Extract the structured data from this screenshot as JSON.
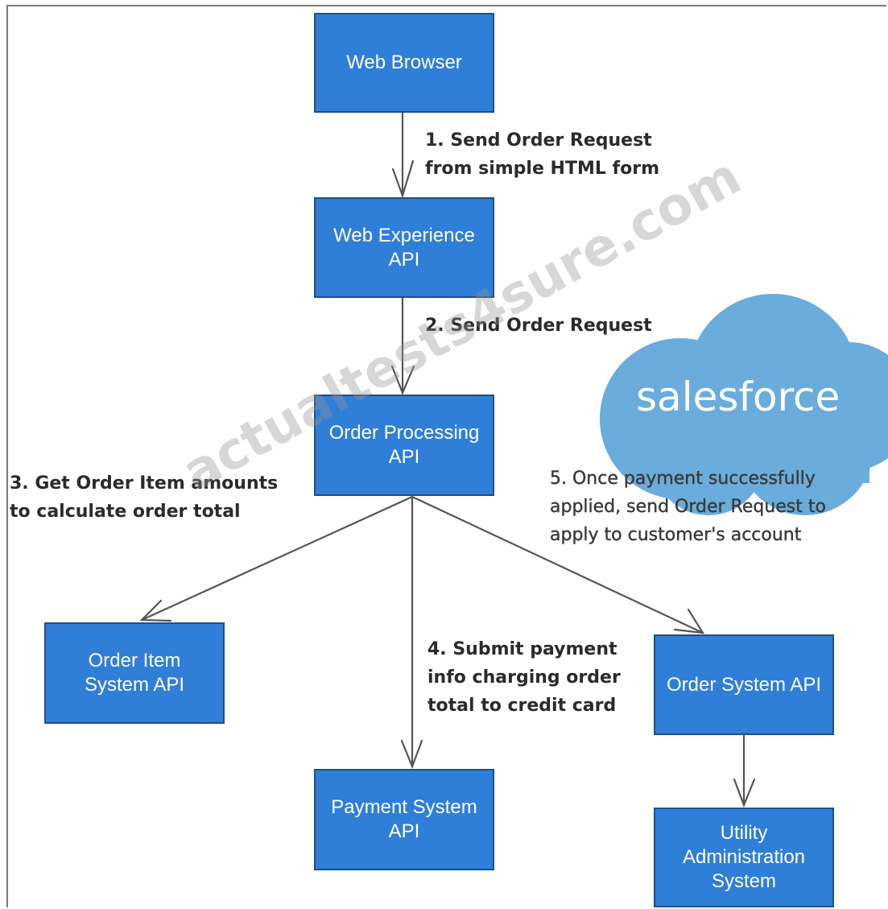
{
  "nodes": {
    "web_browser": "Web Browser",
    "web_experience_api": "Web Experience\nAPI",
    "order_processing_api": "Order Processing\nAPI",
    "order_item_system_api": "Order Item\nSystem API",
    "payment_system_api": "Payment System\nAPI",
    "order_system_api": "Order System API",
    "utility_administration_system": "Utility\nAdministration\nSystem"
  },
  "labels": {
    "step1": "1. Send Order Request\nfrom simple HTML form",
    "step2": "2. Send Order Request",
    "step3": "3. Get Order Item amounts\nto calculate order total",
    "step4": "4. Submit payment\ninfo charging order\ntotal to credit card",
    "step5": "5. Once payment successfully\napplied, send Order Request to\napply to customer's account"
  },
  "logo": {
    "text": "salesforce",
    "color": "#5fa6d9"
  },
  "watermark": "actualtests4sure.com",
  "colors": {
    "node_fill": "#2f7ed8",
    "node_border": "#1d4f86",
    "arrow": "#555555"
  }
}
